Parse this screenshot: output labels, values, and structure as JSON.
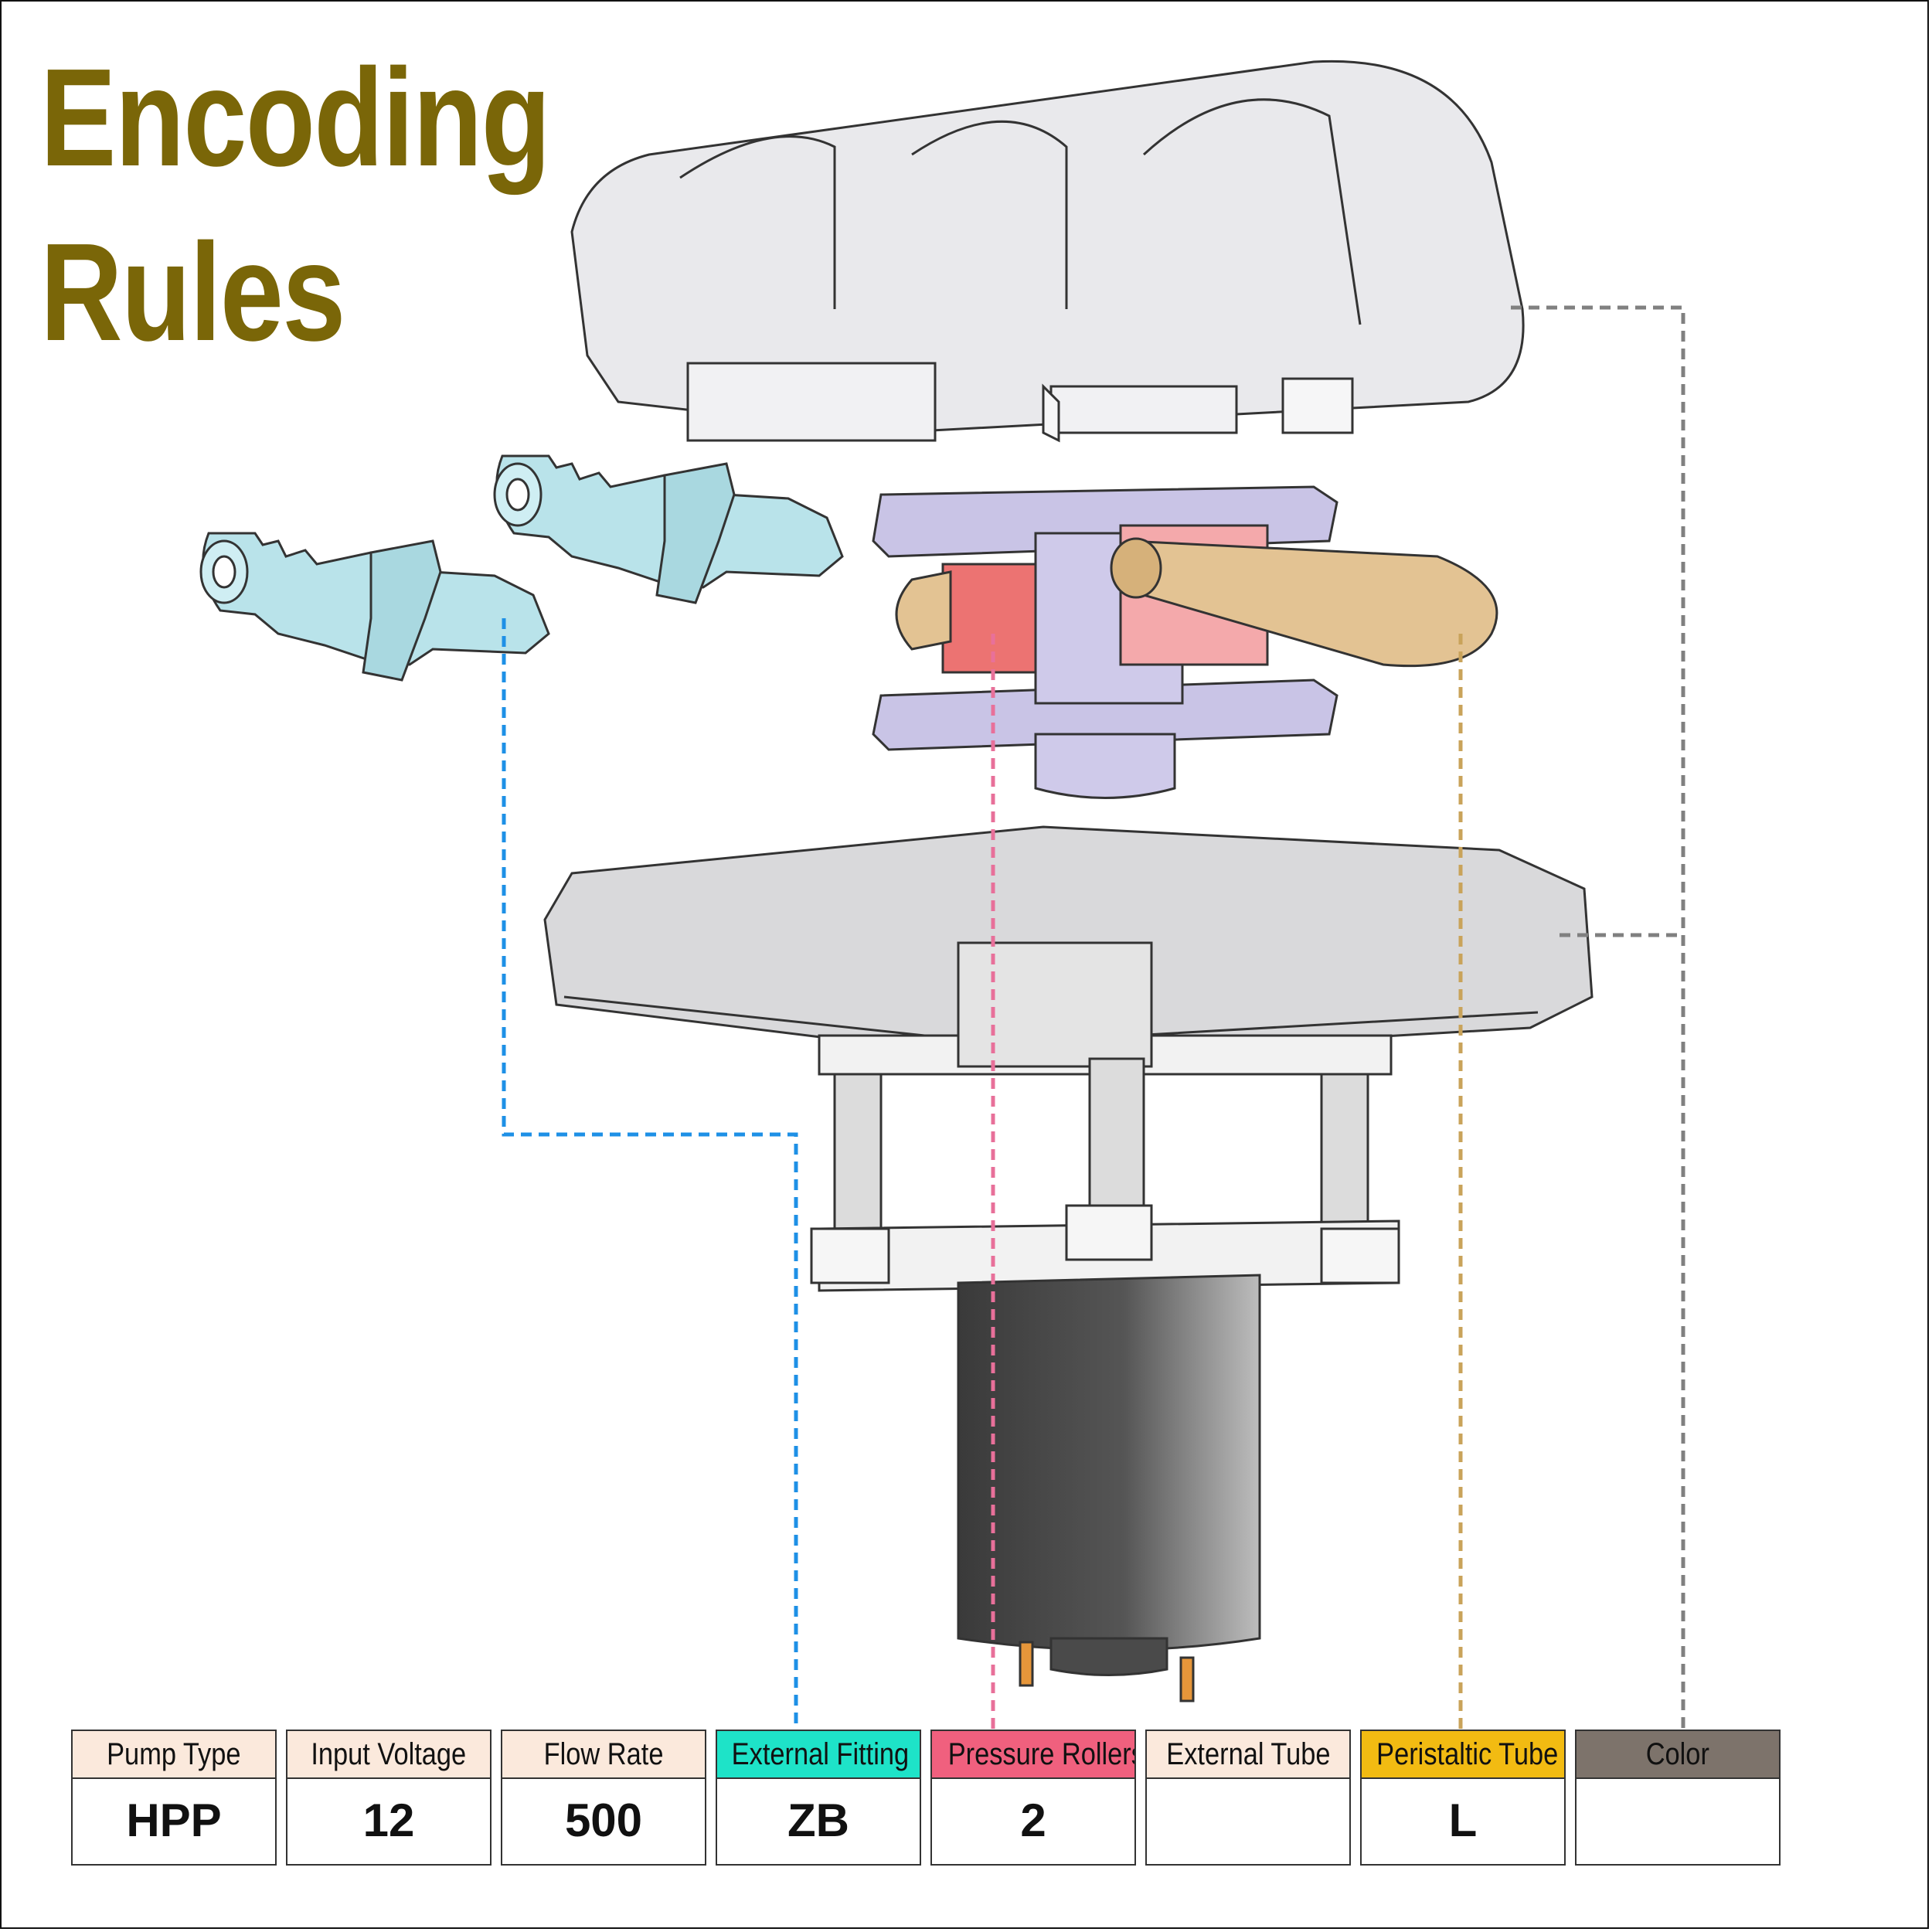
{
  "title": "Encoding\nRules",
  "colors": {
    "title": "#7a6608",
    "fitting_line": "#1e90e6",
    "roller_line": "#e8709a",
    "tube_line": "#c9a35a",
    "housing_line": "#808080"
  },
  "table": [
    {
      "label": "Pump Type",
      "value": "HPP",
      "color": "#fbe9dc"
    },
    {
      "label": "Input Voltage",
      "value": "12",
      "color": "#fbe9dc"
    },
    {
      "label": "Flow Rate",
      "value": "500",
      "color": "#fbe9dc"
    },
    {
      "label": "External Fitting",
      "value": "ZB",
      "color": "#1ee3c8"
    },
    {
      "label": "Pressure Rollers",
      "value": "2",
      "color": "#f0607e"
    },
    {
      "label": "External Tube",
      "value": "",
      "color": "#fbe9dc"
    },
    {
      "label": "Peristaltic Tube",
      "value": "L",
      "color": "#f2bb12"
    },
    {
      "label": "Color",
      "value": "",
      "color": "#7d736b"
    }
  ]
}
